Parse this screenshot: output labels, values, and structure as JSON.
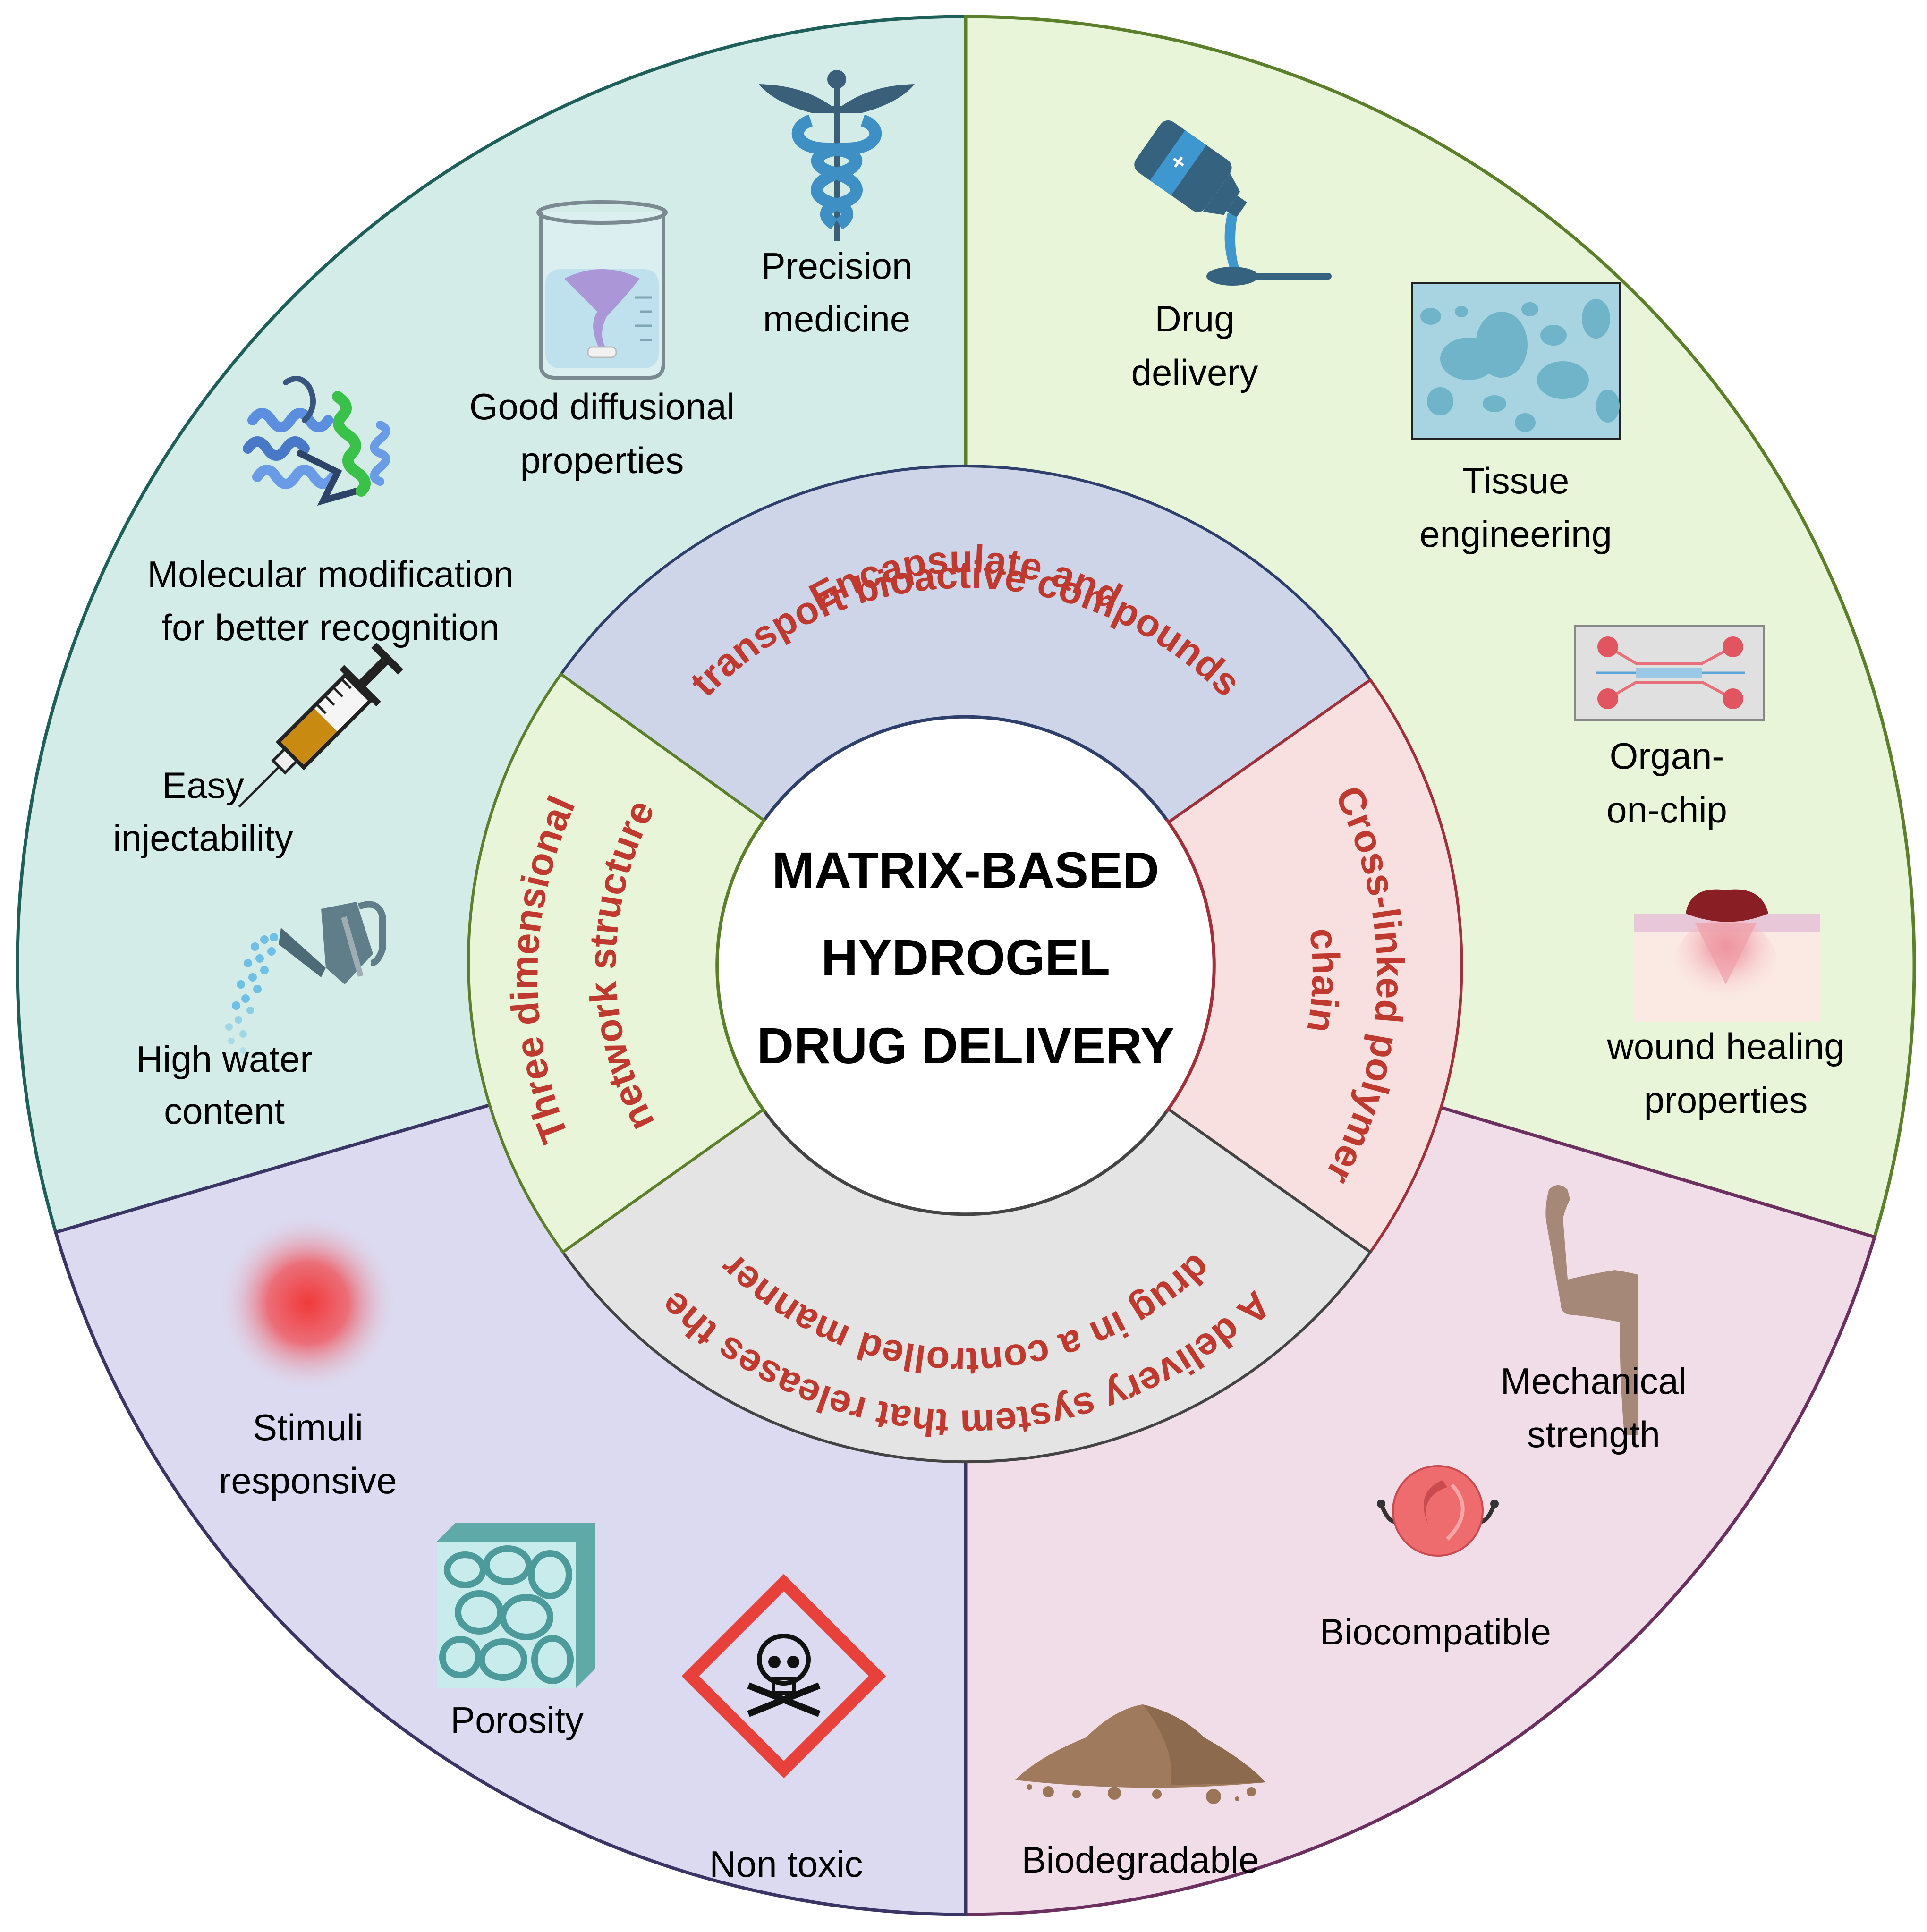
{
  "center": {
    "lines": [
      "MATRIX-BASED",
      "HYDROGEL",
      "DRUG DELIVERY"
    ]
  },
  "inner_ring": [
    {
      "id": "top",
      "lines": [
        "Encapsulate and",
        "transport bioactive compounds"
      ],
      "fill": "#cfd5e8",
      "stroke": "#2f3f6b"
    },
    {
      "id": "right",
      "lines": [
        "Cross-linked polymer",
        "chain"
      ],
      "fill": "#f8dfe0",
      "stroke": "#a0303a"
    },
    {
      "id": "bottom",
      "lines": [
        "A delivery system that releases the",
        "drug in a controlled manner"
      ],
      "fill": "#e4e4e4",
      "stroke": "#444444"
    },
    {
      "id": "left",
      "lines": [
        "Three dimensional",
        "network structure"
      ],
      "fill": "#e9f5d8",
      "stroke": "#5b7f2a"
    }
  ],
  "outer_sectors": [
    {
      "id": "top-left",
      "fill": "#d4ece8",
      "stroke": "#1f5f5a",
      "items": [
        {
          "icon": "caduceus-icon",
          "lines": [
            "Precision",
            "medicine"
          ]
        },
        {
          "icon": "beaker-icon",
          "lines": [
            "Good diffusional",
            "properties"
          ]
        },
        {
          "icon": "protein-structure-icon",
          "lines": [
            "Molecular modification",
            "for better recognition"
          ]
        },
        {
          "icon": "syringe-icon",
          "lines": [
            "Easy",
            "injectability"
          ]
        },
        {
          "icon": "watering-can-icon",
          "lines": [
            "High water",
            "content"
          ]
        }
      ]
    },
    {
      "id": "top-right",
      "fill": "#e9f5d8",
      "stroke": "#5b7f2a",
      "items": [
        {
          "icon": "medicine-bottle-spoon-icon",
          "lines": [
            "Drug",
            "delivery"
          ]
        },
        {
          "icon": "tissue-scaffold-icon",
          "lines": [
            "Tissue",
            "engineering"
          ]
        },
        {
          "icon": "organ-chip-icon",
          "lines": [
            "Organ-",
            "on-chip"
          ]
        },
        {
          "icon": "skin-wound-icon",
          "lines": [
            "wound healing",
            "properties"
          ]
        }
      ]
    },
    {
      "id": "bottom-right",
      "fill": "#f1dde8",
      "stroke": "#6b3060",
      "items": [
        {
          "icon": "flexed-arm-icon",
          "lines": [
            "Mechanical",
            "strength"
          ]
        },
        {
          "icon": "red-blood-cell-icon",
          "lines": [
            "Biocompatible"
          ]
        },
        {
          "icon": "soil-pile-icon",
          "lines": [
            "Biodegradable"
          ]
        }
      ]
    },
    {
      "id": "bottom-left",
      "fill": "#dcdaf0",
      "stroke": "#3b3565",
      "items": [
        {
          "icon": "stimulus-glow-icon",
          "lines": [
            "Stimuli",
            "responsive"
          ]
        },
        {
          "icon": "porous-cube-icon",
          "lines": [
            "Porosity"
          ]
        },
        {
          "icon": "toxic-hazard-icon",
          "lines": [
            "Non toxic"
          ]
        }
      ]
    }
  ],
  "colors": {
    "band_text": "#c0392f",
    "label_text": "#000000"
  }
}
